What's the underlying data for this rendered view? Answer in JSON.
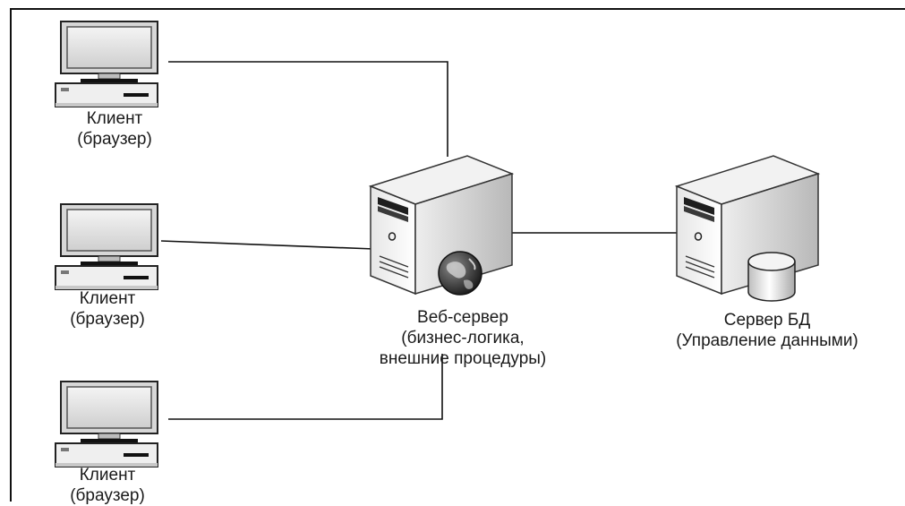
{
  "clients": [
    {
      "line1": "Клиент",
      "line2": "(браузер)"
    },
    {
      "line1": "Клиент",
      "line2": "(браузер)"
    },
    {
      "line1": "Клиент",
      "line2": "(браузер)"
    }
  ],
  "web_server": {
    "line1": "Веб-сервер",
    "line2": "(бизнес-логика,",
    "line3": "внешние процедуры)"
  },
  "db_server": {
    "line1": "Сервер БД",
    "line2": "(Управление данными)"
  }
}
